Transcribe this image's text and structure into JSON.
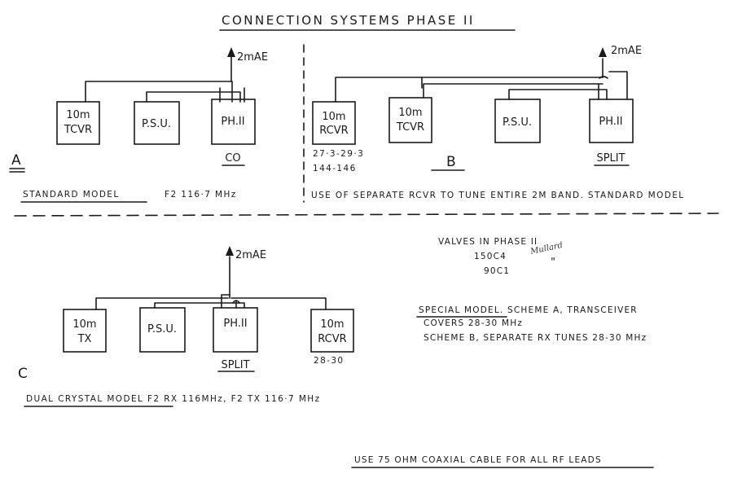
{
  "title": "CONNECTION SYSTEMS PHASE II",
  "aerial_label": "2mAE",
  "section_a": {
    "letter": "A",
    "boxes": [
      {
        "line1": "10m",
        "line2": "TCVR"
      },
      {
        "line1": "P.S.U.",
        "line2": ""
      },
      {
        "line1": "PH.II",
        "line2": ""
      }
    ],
    "under_label": "CO",
    "caption_main": "STANDARD MODEL",
    "caption_freq": "F2 116·7 MHz"
  },
  "section_b": {
    "letter": "B",
    "boxes": [
      {
        "line1": "10m",
        "line2": "RCVR"
      },
      {
        "line1": "10m",
        "line2": "TCVR"
      },
      {
        "line1": "P.S.U.",
        "line2": ""
      },
      {
        "line1": "PH.II",
        "line2": ""
      }
    ],
    "range1": "27·3-29·3",
    "range2": "144-146",
    "under_label": "SPLIT",
    "caption": "USE OF SEPARATE RCVR TO TUNE ENTIRE 2M BAND. STANDARD MODEL"
  },
  "valves": {
    "heading": "VALVES IN PHASE II",
    "line1": "150C4",
    "line2": "90C1",
    "maker": "Mullard",
    "ditto": "\""
  },
  "section_c": {
    "letter": "C",
    "boxes": [
      {
        "line1": "10m",
        "line2": "TX"
      },
      {
        "line1": "P.S.U.",
        "line2": ""
      },
      {
        "line1": "PH.II",
        "line2": ""
      },
      {
        "line1": "10m",
        "line2": "RCVR"
      }
    ],
    "under_label": "SPLIT",
    "range": "28-30",
    "caption": "DUAL CRYSTAL MODEL  F2 RX 116MHz, F2 TX 116·7 MHz"
  },
  "special": {
    "line1": "SPECIAL MODEL. SCHEME A, TRANSCEIVER",
    "line2": "COVERS 28-30 MHz",
    "line3": "SCHEME B, SEPARATE RX TUNES 28-30 MHz"
  },
  "footer": "USE 75 OHM COAXIAL CABLE FOR ALL RF LEADS"
}
